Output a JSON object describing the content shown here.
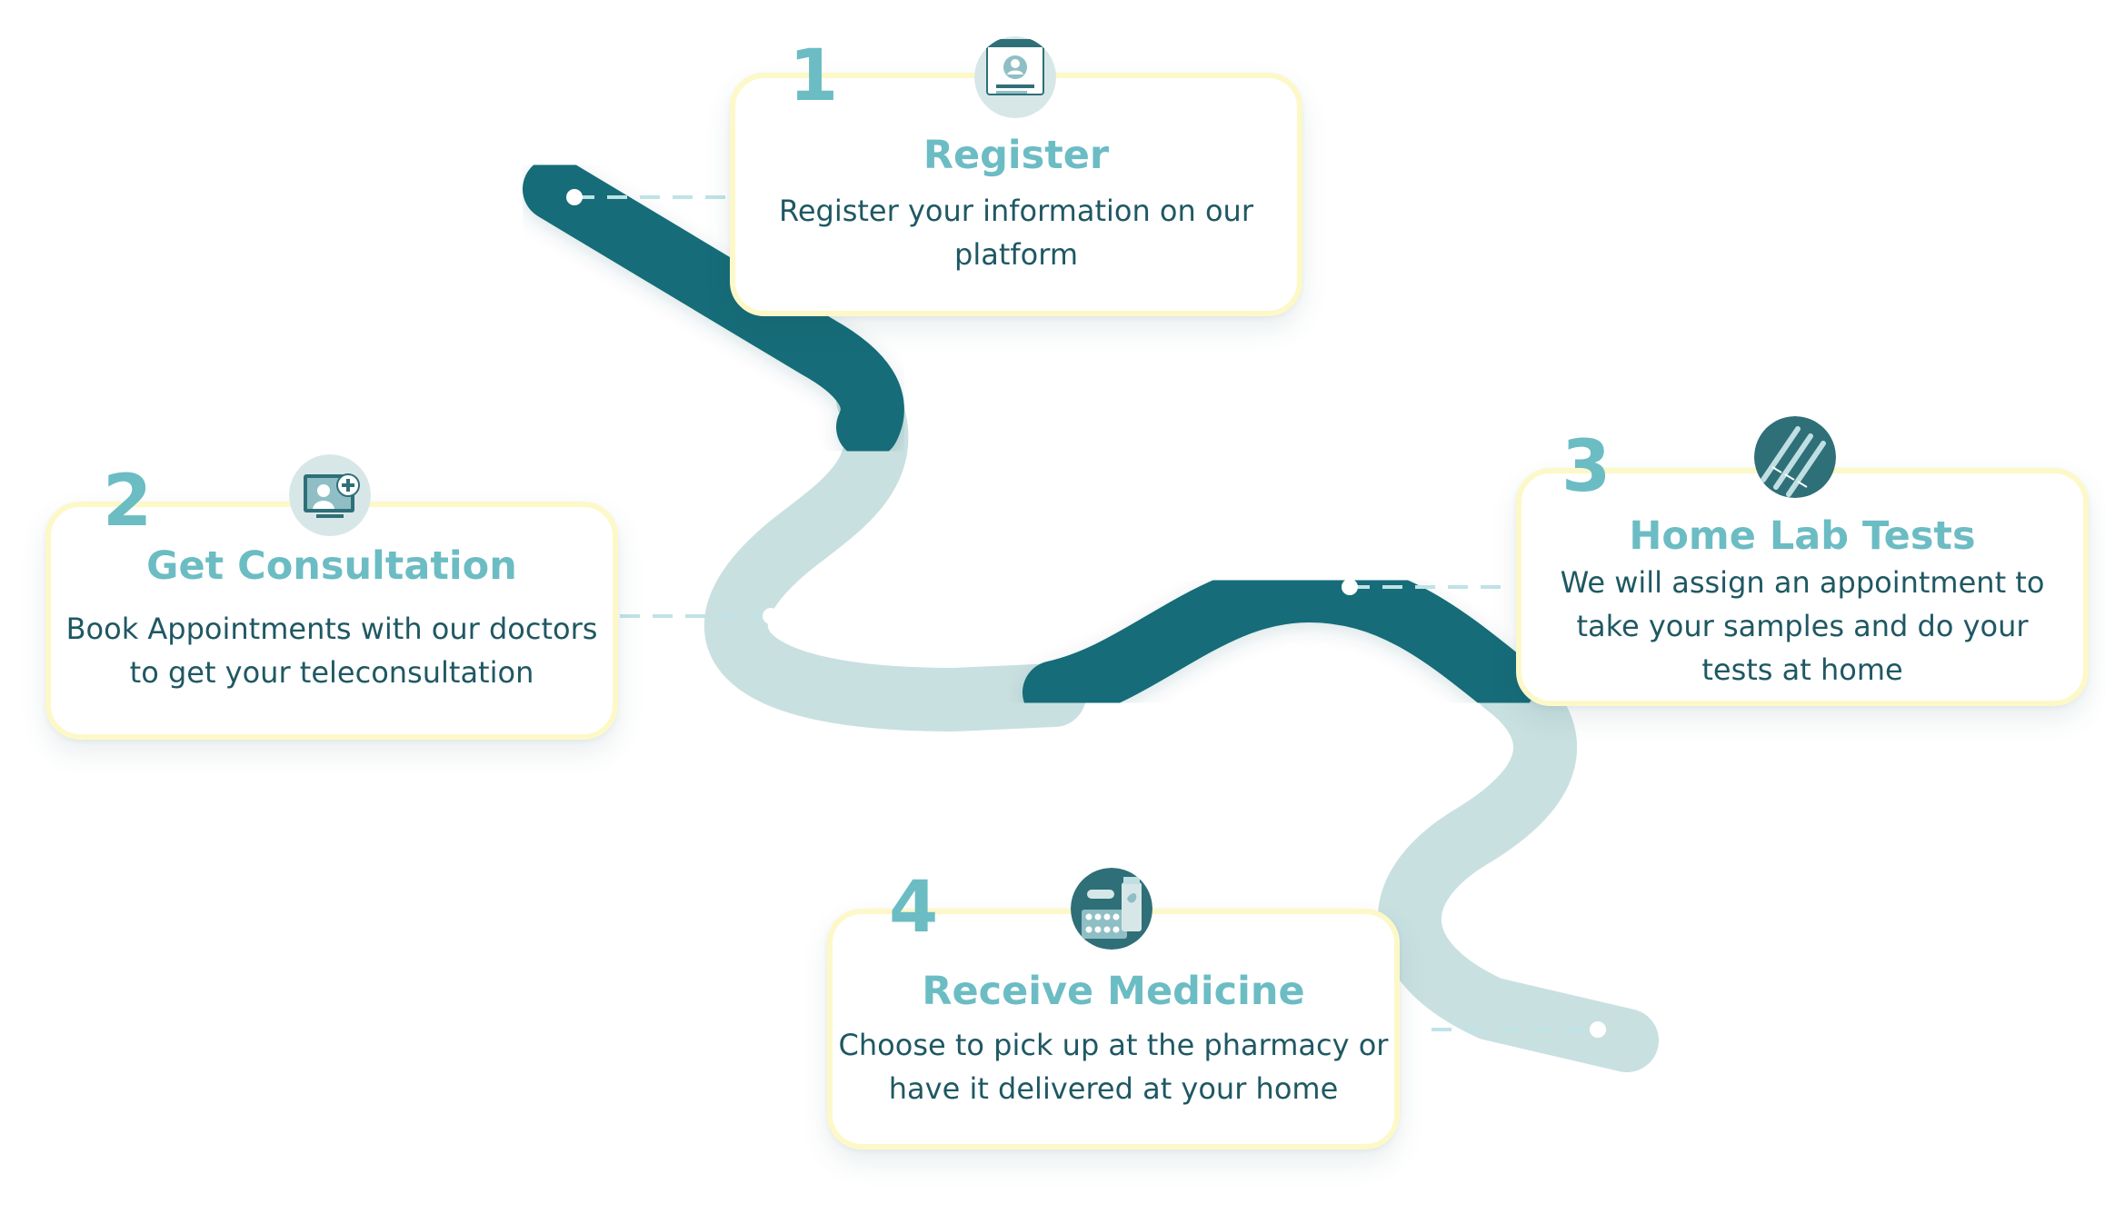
{
  "colors": {
    "path_dark": "#136c78",
    "path_light": "#c9e0e1",
    "connector": "#bfe3e6",
    "card_border": "#fdf8c8",
    "accent": "#6cbcc4",
    "text": "#1f5863"
  },
  "steps": [
    {
      "number": "1",
      "title": "Register",
      "description_lines": [
        "Register your information on our",
        "platform"
      ],
      "icon": "registration-form-icon"
    },
    {
      "number": "2",
      "title": "Get Consultation",
      "description_lines": [
        "Book Appointments with our doctors",
        "to get your teleconsultation"
      ],
      "icon": "doctor-teleconsultation-icon"
    },
    {
      "number": "3",
      "title": "Home Lab Tests",
      "description_lines": [
        "We will assign an appointment to",
        "take your samples and do your",
        "tests at home"
      ],
      "icon": "test-tubes-icon"
    },
    {
      "number": "4",
      "title": "Receive Medicine",
      "description_lines": [
        "Choose to pick up at the pharmacy or",
        "have it delivered at your home"
      ],
      "icon": "medicine-pills-icon"
    }
  ]
}
